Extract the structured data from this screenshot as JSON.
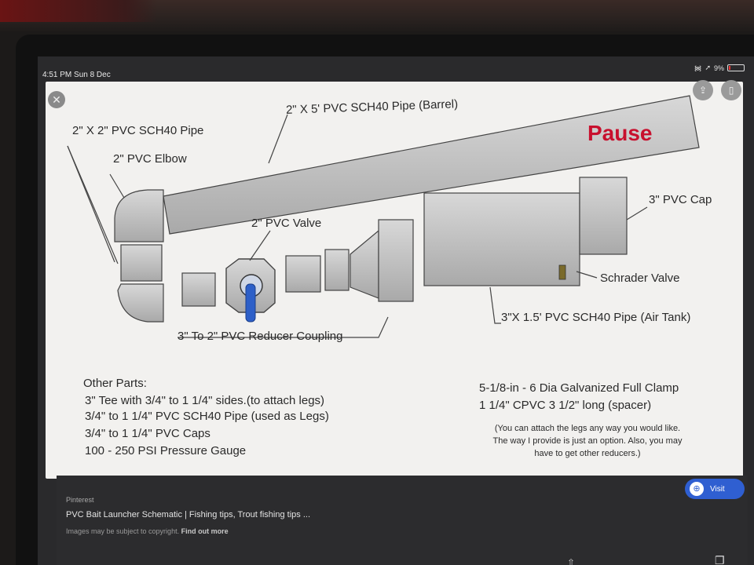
{
  "status_bar": {
    "time": "4:51 PM  Sun 8 Dec",
    "wifi_icon": "wifi-icon",
    "battery": "9%"
  },
  "schematic": {
    "labels": {
      "pipe_2x2": "2\" X 2\" PVC SCH40 Pipe",
      "elbow": "2\" PVC Elbow",
      "barrel": "2\" X 5' PVC SCH40 Pipe (Barrel)",
      "valve": "2\" PVC Valve",
      "cap": "3\" PVC Cap",
      "schrader": "Schrader Valve",
      "air_tank": "3\"X 1.5' PVC SCH40 Pipe (Air Tank)",
      "reducer": "3\" To 2\" PVC Reducer Coupling"
    },
    "watermark": "Pause",
    "other_parts_title": "Other Parts:",
    "other_parts": [
      "3\" Tee with 3/4\" to 1 1/4\" sides.(to attach legs)",
      "3/4\" to 1 1/4\" PVC SCH40 Pipe (used as Legs)",
      "3/4\" to 1 1/4\" PVC Caps",
      "100 - 250 PSI Pressure Gauge"
    ],
    "right_parts": [
      "5-1/8-in - 6 Dia Galvanized Full Clamp",
      "1 1/4\" CPVC 3 1/2\" long (spacer)"
    ],
    "note": [
      "(You can attach the legs any way you would like.",
      "The way I provide is just an option. Also, you may",
      "have to get other reducers.)"
    ]
  },
  "viewer": {
    "close_label": "✕",
    "share_label": "⇪",
    "save_label": "▯"
  },
  "info": {
    "source": "Pinterest",
    "caption": "PVC Bait Launcher Schematic | Fishing tips, Trout fishing tips ...",
    "disclaimer": "Images may be subject to copyright.",
    "find_out_more": "Find out more",
    "visit_label": "Visit"
  },
  "colors": {
    "watermark": "#c8102e",
    "visit_button": "#2f5fd1",
    "valve_handle": "#2d5fc8"
  }
}
